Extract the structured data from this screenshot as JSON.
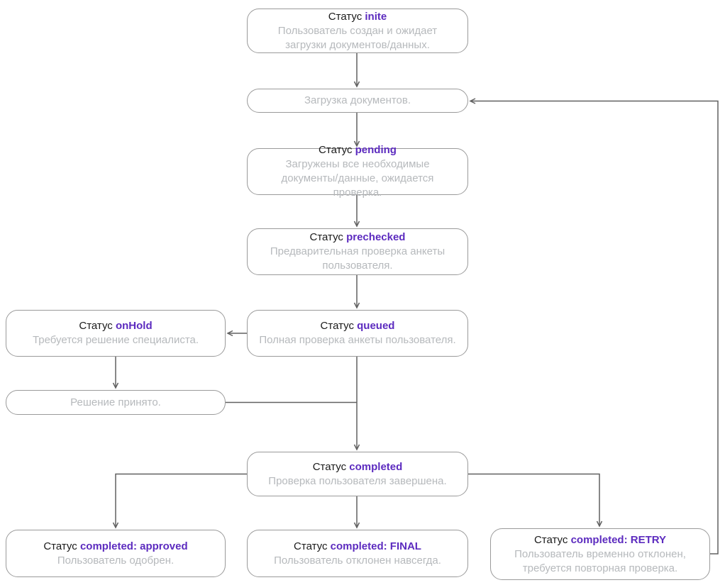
{
  "palette": {
    "accent_purple": "#5c2bbf",
    "title_text": "#1a1a1a",
    "muted_text": "#b6b9bc",
    "node_border": "#9a9a9a",
    "connector": "#616161",
    "background": "#ffffff"
  },
  "nodes": {
    "inite": {
      "prefix": "Статус",
      "keyword": "inite",
      "description": "Пользователь создан и ожидает загрузки документов/данных."
    },
    "upload": {
      "description": "Загрузка документов."
    },
    "pending": {
      "prefix": "Статус",
      "keyword": "pending",
      "description": "Загружены все необходимые документы/данные, ожидается проверка."
    },
    "prechecked": {
      "prefix": "Статус",
      "keyword": "prechecked",
      "description": "Предварительная проверка анкеты пользователя."
    },
    "queued": {
      "prefix": "Статус",
      "keyword": "queued",
      "description": "Полная проверка анкеты пользователя."
    },
    "onhold": {
      "prefix": "Статус",
      "keyword": "onHold",
      "description": "Требуется решение специалиста."
    },
    "decision": {
      "description": "Решение принято."
    },
    "completed": {
      "prefix": "Статус",
      "keyword": "completed",
      "description": "Проверка пользователя завершена."
    },
    "approved": {
      "prefix": "Статус",
      "keyword": "completed: approved",
      "description": "Пользователь одобрен."
    },
    "final": {
      "prefix": "Статус",
      "keyword": "completed: FINAL",
      "description": "Пользователь отклонен навсегда."
    },
    "retry": {
      "prefix": "Статус",
      "keyword": "completed: RETRY",
      "description": "Пользователь временно отклонен, требуется повторная проверка."
    }
  }
}
